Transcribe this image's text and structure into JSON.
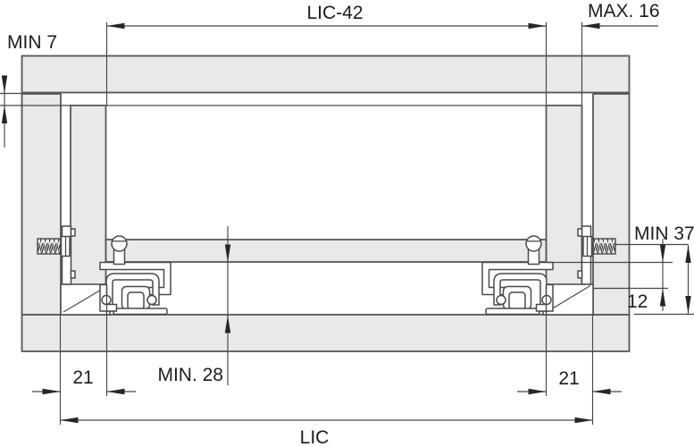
{
  "figure": {
    "type": "drawer-slide-installation-cross-section",
    "labels": {
      "min7": "MIN 7",
      "lic42": "LIC-42",
      "max16": "MAX. 16",
      "min37": "MIN 37",
      "d12": "12",
      "d21_left": "21",
      "d21_right": "21",
      "min28": "MIN. 28",
      "lic": "LIC"
    },
    "colors": {
      "background": "#ffffff",
      "panel_fill": "#e9e9e9",
      "panel_outline": "#575757",
      "profile_outline": "#4a4a4a",
      "dimension_line": "#474747",
      "arrow": "#262626",
      "text": "#1d1d1d"
    }
  }
}
